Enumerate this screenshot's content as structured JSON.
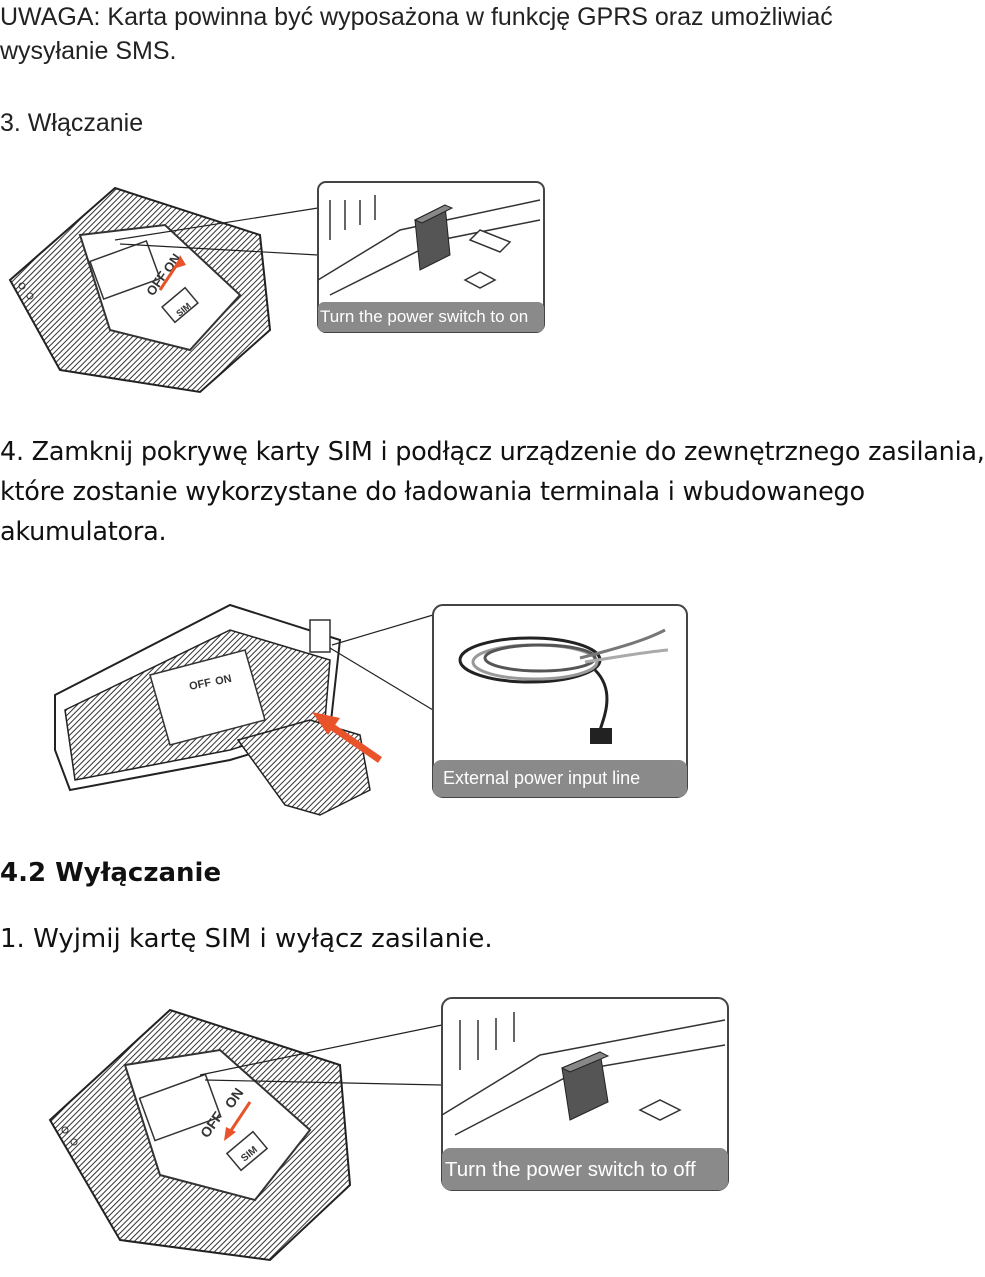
{
  "note": {
    "line1": "UWAGA: Karta powinna być wyposażona w funkcję GPRS oraz umożliwiać",
    "line2": "wysyłanie SMS."
  },
  "step3": {
    "heading": "3. Włączanie"
  },
  "figure_power_on": {
    "caption": "Turn the power switch to on",
    "switch_label": "OFF",
    "switch_label_on": "ON",
    "sim_label": "SIM"
  },
  "step4": {
    "line1": "4. Zamknij pokrywę karty SIM i podłącz urządzenie do zewnętrznego zasilania,",
    "line2": "które zostanie wykorzystane do ładowania terminala i wbudowanego",
    "line3": "akumulatora."
  },
  "figure_external_power": {
    "caption": "External power input line",
    "switch_label": "OFF",
    "switch_label_on": "ON"
  },
  "section42": {
    "heading": "4.2 Wyłączanie"
  },
  "step1_off": {
    "text": "1. Wyjmij kartę SIM i wyłącz zasilanie."
  },
  "figure_power_off": {
    "caption": "Turn the power switch to off",
    "switch_label": "OFF",
    "switch_label_on": "ON",
    "sim_label": "SIM"
  },
  "colors": {
    "arrow": "#e8532a",
    "caption_bg": "#8a8a8a",
    "frame": "#444444"
  }
}
